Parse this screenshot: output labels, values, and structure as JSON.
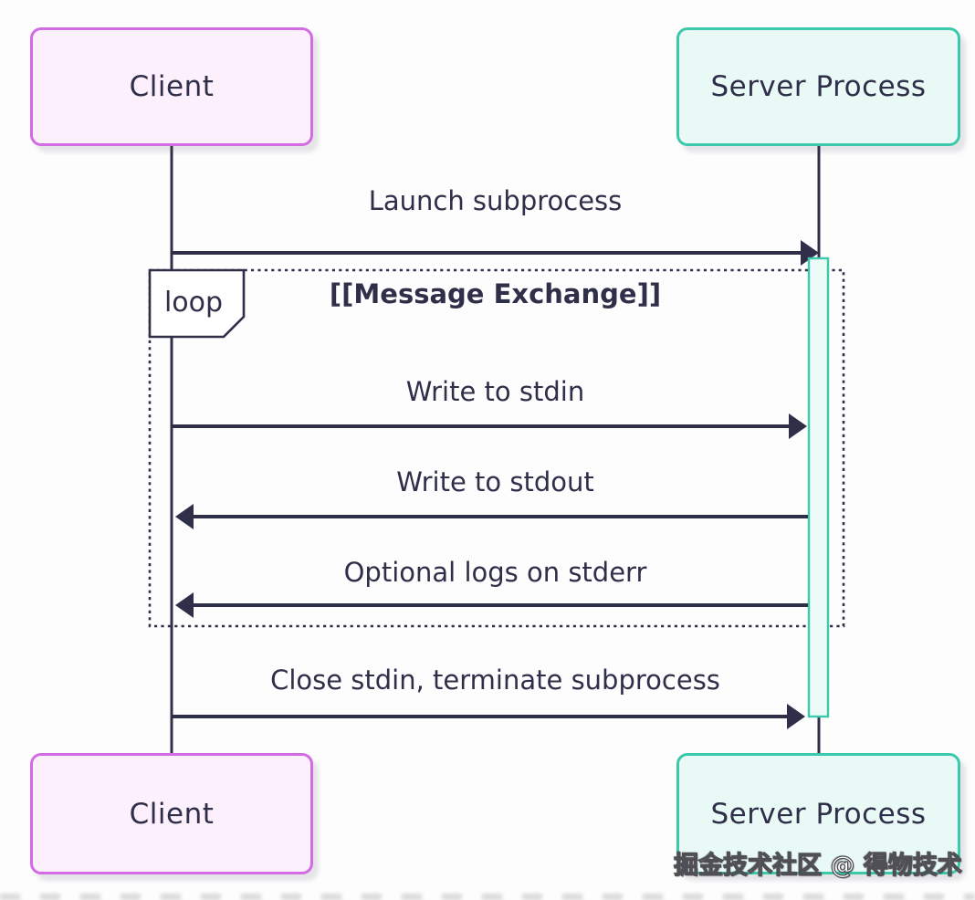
{
  "diagram": {
    "type": "sequence",
    "actors": [
      {
        "name": "Client"
      },
      {
        "name": "Server Process"
      }
    ],
    "messages": [
      {
        "label": "Launch subprocess",
        "from": "Client",
        "to": "Server Process",
        "direction": "right",
        "style": "solid"
      },
      {
        "label": "Write to stdin",
        "from": "Client",
        "to": "Server Process",
        "direction": "right",
        "style": "solid"
      },
      {
        "label": "Write to stdout",
        "from": "Server Process",
        "to": "Client",
        "direction": "left",
        "style": "solid"
      },
      {
        "label": "Optional logs on stderr",
        "from": "Server Process",
        "to": "Client",
        "direction": "left",
        "style": "solid"
      },
      {
        "label": "Close stdin, terminate subprocess",
        "from": "Client",
        "to": "Server Process",
        "direction": "right",
        "style": "solid"
      }
    ],
    "loop": {
      "label": "loop",
      "title": "[[Message Exchange]]",
      "contains": [
        "Write to stdin",
        "Write to stdout",
        "Optional logs on stderr"
      ]
    },
    "colors": {
      "client_fill": "#fcf0fd",
      "client_border": "#d26be4",
      "server_fill": "#e9faf6",
      "server_border": "#3cc8aa",
      "activation_fill": "#ecfbf7",
      "line_and_text": "#2f2f4a",
      "background": "#fdfdfd"
    }
  },
  "watermark": {
    "text": "掘金技术社区 @ 得物技术"
  }
}
